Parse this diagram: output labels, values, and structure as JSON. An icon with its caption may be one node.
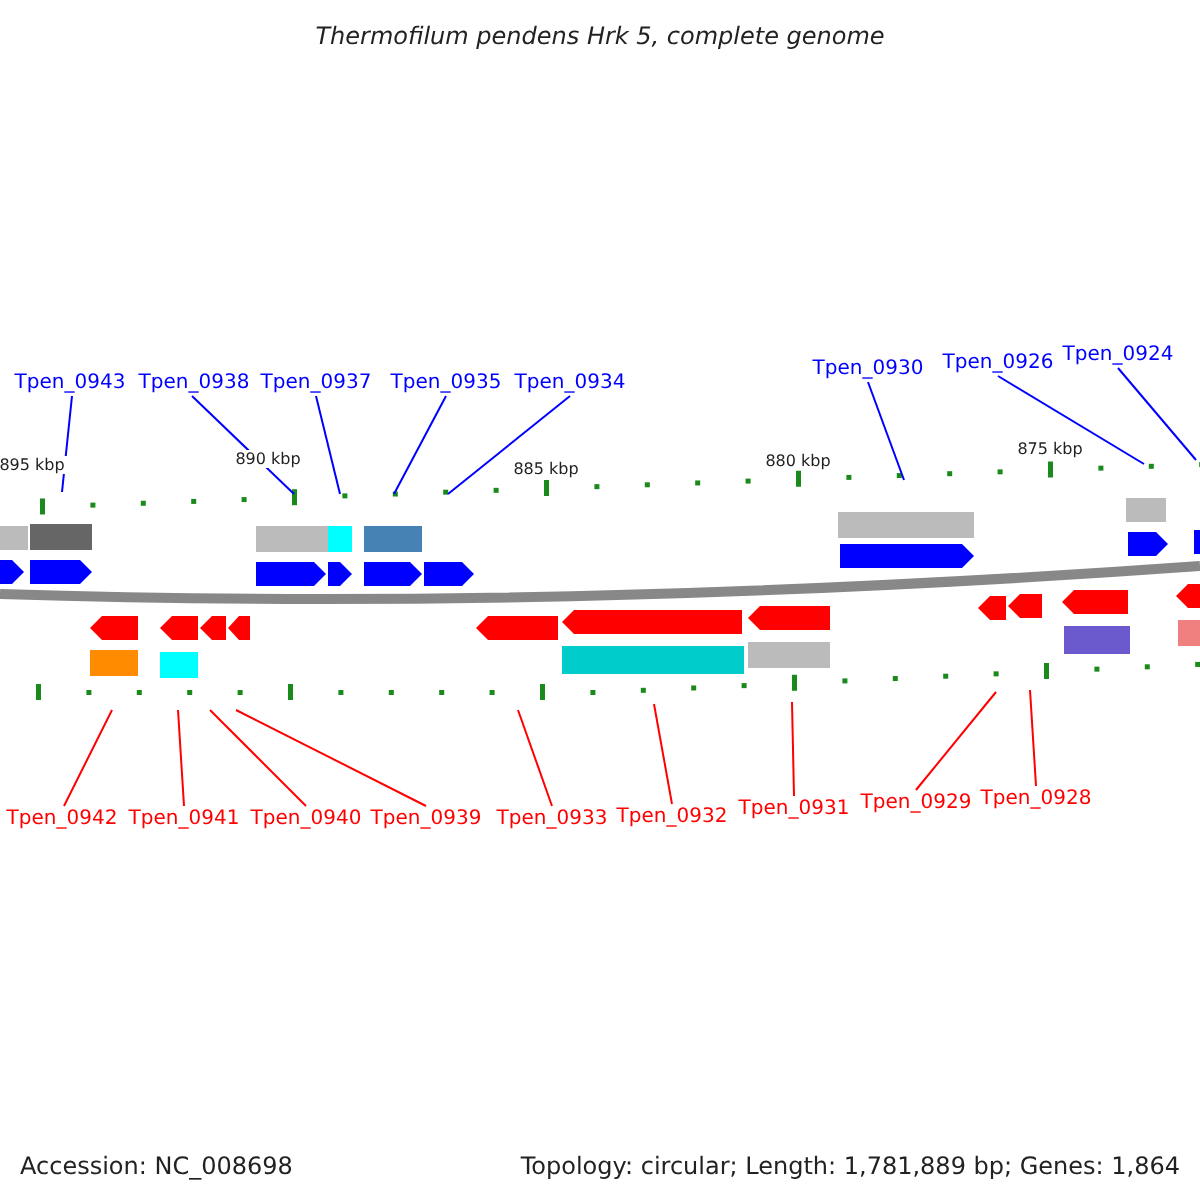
{
  "diagram": {
    "title": "Thermofilum pendens Hrk 5, complete genome",
    "nodes": [
      {
        "text": [
          "Tpen_0943"
        ]
      },
      {
        "text": [
          "Tpen_0938"
        ]
      },
      {
        "text": [
          "Tpen_0937"
        ]
      },
      {
        "text": [
          "Tpen_0935"
        ]
      },
      {
        "text": [
          "Tpen_0934"
        ]
      },
      {
        "text": [
          "Tpen_0930"
        ]
      },
      {
        "text": [
          "Tpen_0926"
        ]
      },
      {
        "text": [
          "Tpen_0924"
        ]
      },
      {
        "text": [
          "Tpen_0942"
        ]
      },
      {
        "text": [
          "Tpen_0941"
        ]
      },
      {
        "text": [
          "Tpen_0940"
        ]
      },
      {
        "text": [
          "Tpen_0939"
        ]
      },
      {
        "text": [
          "Tpen_0933"
        ]
      },
      {
        "text": [
          "Tpen_0932"
        ]
      },
      {
        "text": [
          "Tpen_0931"
        ]
      },
      {
        "text": [
          "Tpen_0929"
        ]
      },
      {
        "text": [
          "Tpen_0928"
        ]
      }
    ],
    "edges": [
      {
        "from": 0,
        "to": null,
        "arrow": "none",
        "color": "#0000ff"
      },
      {
        "from": 1,
        "to": null,
        "arrow": "none",
        "color": "#0000ff"
      },
      {
        "from": 2,
        "to": null,
        "arrow": "none",
        "color": "#0000ff"
      },
      {
        "from": 3,
        "to": null,
        "arrow": "none",
        "color": "#0000ff"
      },
      {
        "from": 4,
        "to": null,
        "arrow": "none",
        "color": "#0000ff"
      },
      {
        "from": 5,
        "to": null,
        "arrow": "none",
        "color": "#0000ff"
      },
      {
        "from": 6,
        "to": null,
        "arrow": "none",
        "color": "#0000ff"
      },
      {
        "from": 7,
        "to": null,
        "arrow": "none",
        "color": "#0000ff"
      },
      {
        "from": 8,
        "to": null,
        "arrow": "none"
      },
      {
        "from": 9,
        "to": null,
        "arrow": "none"
      },
      {
        "from": 10,
        "to": null,
        "arrow": "none"
      },
      {
        "from": 11,
        "to": null,
        "arrow": "none"
      },
      {
        "from": 12,
        "to": null,
        "arrow": "none"
      },
      {
        "from": 13,
        "to": null,
        "arrow": "none"
      },
      {
        "from": 14,
        "to": null,
        "arrow": "none"
      },
      {
        "from": 15,
        "to": null,
        "arrow": "none"
      },
      {
        "from": 16,
        "to": null,
        "arrow": "none"
      }
    ],
    "labels": [
      "895 kbp",
      "890 kbp",
      "885 kbp",
      "880 kbp",
      "875 kbp",
      "Accession: NC_008698",
      "Topology: circular; Length: 1,781,889 bp; Genes: 1,864"
    ]
  }
}
